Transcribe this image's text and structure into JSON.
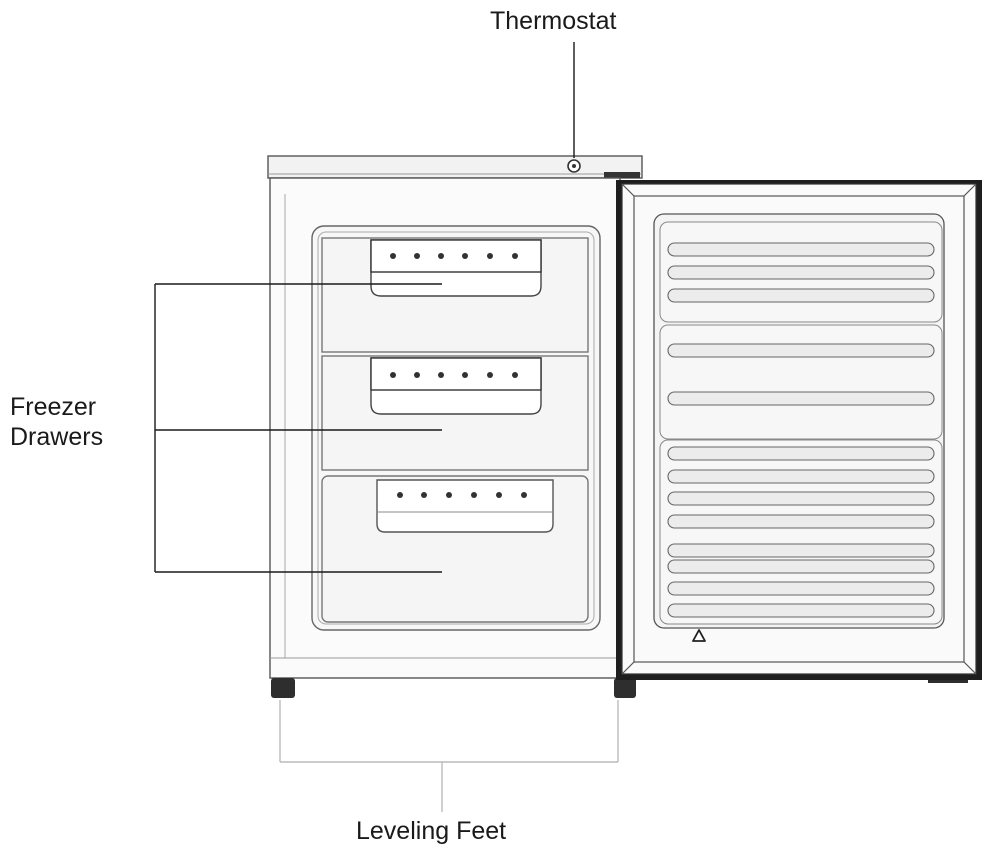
{
  "labels": {
    "thermostat": "Thermostat",
    "freezer_drawers": [
      "Freezer",
      "Drawers"
    ],
    "leveling_feet": "Leveling Feet"
  },
  "colors": {
    "line": "#1a1a1a",
    "outline": "#333333",
    "light_outline": "#9a9a9a",
    "panel_fill": "#f4f4f4",
    "door_fill": "#fafafa",
    "rib_fill": "#ececec",
    "foot_fill": "#2e2e2e"
  },
  "icons": [
    "thermostat-knob-icon",
    "warning-triangle-icon"
  ]
}
